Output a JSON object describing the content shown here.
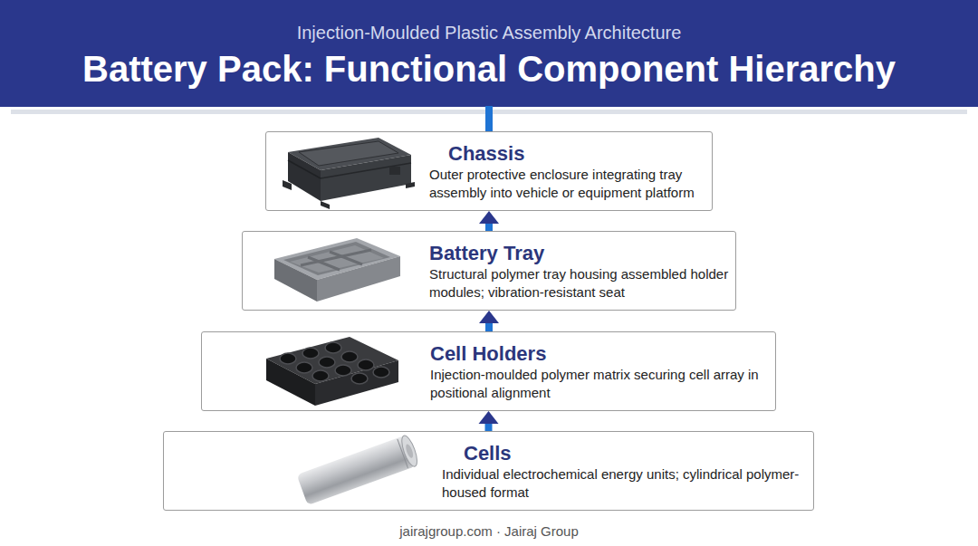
{
  "diagram": {
    "title": "Battery Pack: Functional Component Hierarchy",
    "nodes": [
      {
        "text": [
          "Chassis",
          "Outer protective enclosure integrating tray assembly into vehicle or equipment platform"
        ]
      },
      {
        "text": [
          "Battery Tray",
          "Structural polymer tray housing assembled holder modules; vibration-resistant seat"
        ]
      },
      {
        "text": [
          "Cell Holders",
          "Injection-moulded polymer matrix securing cell array in positional alignment"
        ]
      },
      {
        "text": [
          "Cells",
          "Individual electrochemical energy units; cylindrical polymer-housed format"
        ]
      }
    ],
    "edges": [
      {
        "from": 3,
        "to": 2,
        "arrow": "to"
      },
      {
        "from": 2,
        "to": 1,
        "arrow": "to"
      },
      {
        "from": 1,
        "to": 0,
        "arrow": "to"
      }
    ],
    "labels": [
      "Injection-Moulded Plastic Assembly Architecture",
      "jairajgroup.com · Jairaj Group"
    ]
  }
}
